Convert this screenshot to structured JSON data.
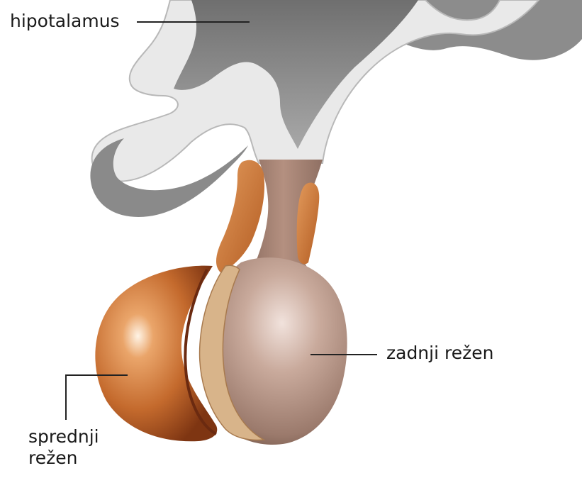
{
  "labels": {
    "hypothalamus": "hipotalamus",
    "posterior_lobe": "zadnji režen",
    "anterior_lobe_line1": "sprednji",
    "anterior_lobe_line2": "režen"
  },
  "colors": {
    "brain_tissue_light": "#ececec",
    "brain_tissue_dark": "#8a8a8a",
    "anterior_lobe": "#c9773a",
    "anterior_lobe_dark": "#8a3d18",
    "posterior_lobe": "#b59484",
    "pars_intermedia": "#d9b68c",
    "leader_line": "#222222"
  }
}
